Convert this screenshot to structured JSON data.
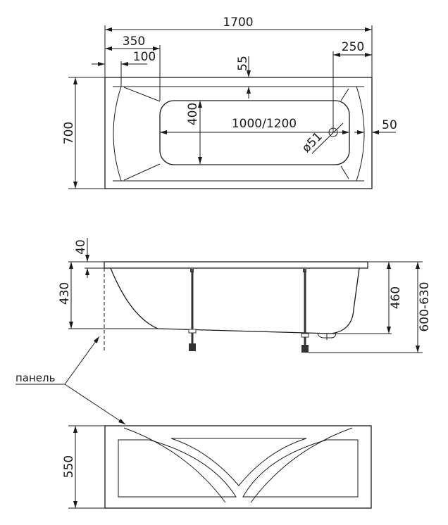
{
  "top_view": {
    "length": "1700",
    "headrest_offset": "350",
    "edge_offset": "100",
    "rim_width": "55",
    "drain_offset": "250",
    "width": "700",
    "bottom_width": "400",
    "bottom_length": "1000/1200",
    "drain_diameter": "ø51",
    "end_rim": "50"
  },
  "side_view": {
    "rim_height": "40",
    "depth_left": "430",
    "depth_right": "460",
    "total_height": "600-630"
  },
  "panel_label": "панель",
  "front_panel": {
    "height": "550"
  }
}
